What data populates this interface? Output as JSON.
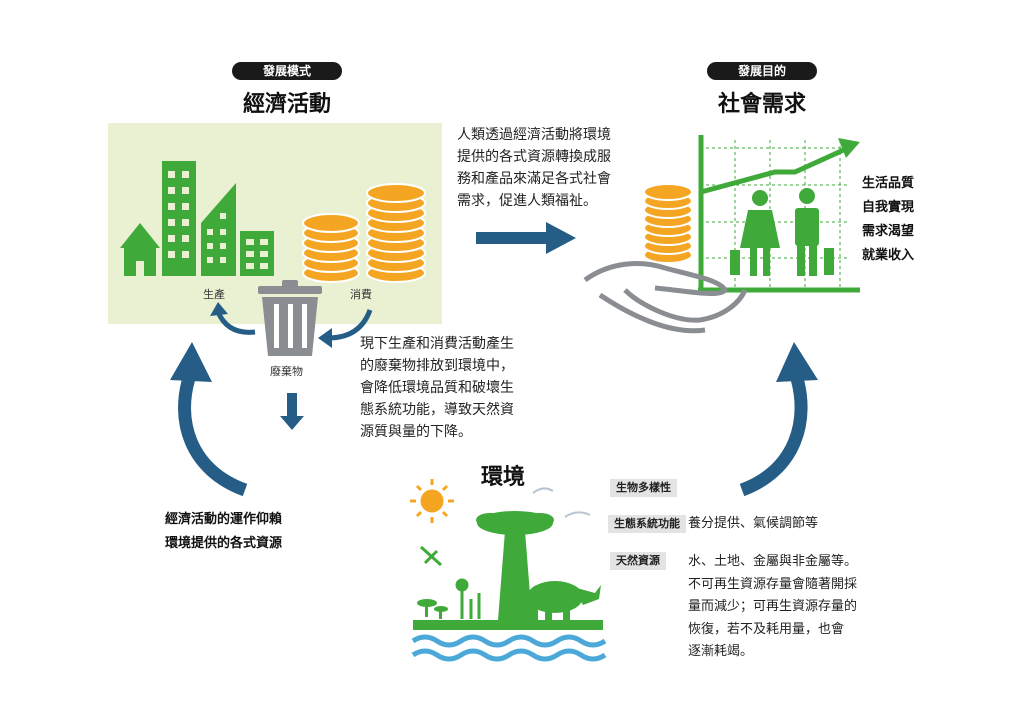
{
  "left": {
    "pill": "發展模式",
    "title": "經濟活動",
    "label_produce": "生產",
    "label_consume": "消費",
    "label_waste": "廢棄物"
  },
  "right": {
    "pill": "發展目的",
    "title": "社會需求",
    "needs": [
      "生活品質",
      "自我實現",
      "需求渴望",
      "就業收入"
    ]
  },
  "top_text": [
    "人類透過經濟活動將環境",
    "提供的各式資源轉換成服",
    "務和產品來滿足各式社會",
    "需求，促進人類福祉。"
  ],
  "waste_text": [
    "現下生產和消費活動產生",
    "的廢棄物排放到環境中，",
    "會降低環境品質和破壞生",
    "態系統功能，導致天然資",
    "源質與量的下降。"
  ],
  "rely_text": [
    "經濟活動的運作仰賴",
    "環境提供的各式資源"
  ],
  "environment": {
    "title": "環境",
    "biodiversity_tag": "生物多樣性",
    "ecosystem_tag": "生態系統功能",
    "ecosystem_text": "養分提供、氣候調節等",
    "resource_tag": "天然資源",
    "resource_text": [
      "水、土地、金屬與非金屬等。",
      "不可再生資源存量會隨著開採",
      "量而減少；可再生資源存量的",
      "恢復，若不及耗用量，也會",
      "逐漸耗竭。"
    ]
  },
  "colors": {
    "green": "#3faa3a",
    "light_green_bg": "#e9f1d2",
    "coin": "#f4a623",
    "arrow_blue": "#265d86",
    "gray": "#8a8d91",
    "water": "#4aa9d8"
  }
}
